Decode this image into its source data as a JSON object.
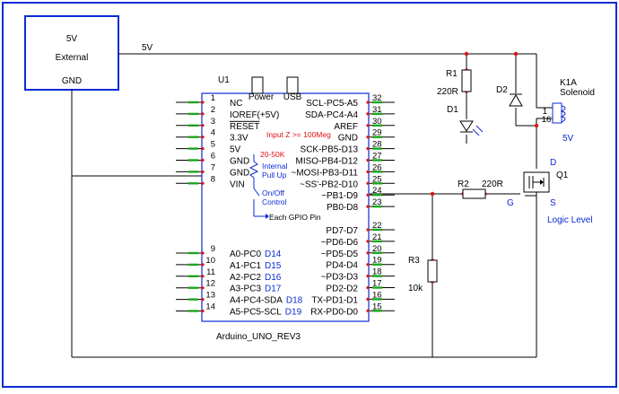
{
  "supply": {
    "voltage": "5V",
    "label": "External",
    "ground": "GND",
    "rail_label": "5V"
  },
  "arduino": {
    "ref": "U1",
    "part": "Arduino_UNO_REV3",
    "power_jack": "Power",
    "usb_jack": "USB",
    "left_pins": [
      {
        "num": "1",
        "name": "NC"
      },
      {
        "num": "2",
        "name": "IOREF(+5V)"
      },
      {
        "num": "3",
        "name": "RESET"
      },
      {
        "num": "4",
        "name": "3.3V"
      },
      {
        "num": "5",
        "name": "5V"
      },
      {
        "num": "6",
        "name": "GND"
      },
      {
        "num": "7",
        "name": "GND"
      },
      {
        "num": "8",
        "name": "VIN"
      }
    ],
    "analog_pins": [
      {
        "num": "9",
        "name": "A0-PC0",
        "d": "D14"
      },
      {
        "num": "10",
        "name": "A1-PC1",
        "d": "D15"
      },
      {
        "num": "11",
        "name": "A2-PC2",
        "d": "D16"
      },
      {
        "num": "12",
        "name": "A3-PC3",
        "d": "D17"
      },
      {
        "num": "13",
        "name": "A4-PC4-SDA",
        "d": "D18"
      },
      {
        "num": "14",
        "name": "A5-PC5-SCL",
        "d": "D19"
      }
    ],
    "right_top_pins": [
      {
        "num": "32",
        "name": "SCL-PC5-A5"
      },
      {
        "num": "31",
        "name": "SDA-PC4-A4"
      },
      {
        "num": "30",
        "name": "AREF"
      },
      {
        "num": "29",
        "name": "GND"
      },
      {
        "num": "28",
        "name": "SCK-PB5-D13"
      },
      {
        "num": "27",
        "name": "MISO-PB4-D12"
      },
      {
        "num": "26",
        "name": "~MOSI-PB3-D11"
      },
      {
        "num": "25",
        "name": "~SS'-PB2-D10"
      },
      {
        "num": "24",
        "name": "~PB1-D9"
      },
      {
        "num": "23",
        "name": "PB0-D8"
      }
    ],
    "right_bottom_pins": [
      {
        "num": "22",
        "name": "PD7-D7"
      },
      {
        "num": "21",
        "name": "~PD6-D6"
      },
      {
        "num": "20",
        "name": "~PD5-D5"
      },
      {
        "num": "19",
        "name": "PD4-D4"
      },
      {
        "num": "18",
        "name": "~PD3-D3"
      },
      {
        "num": "17",
        "name": "PD2-D2"
      },
      {
        "num": "16",
        "name": "TX-PD1-D1"
      },
      {
        "num": "15",
        "name": "RX-PD0-D0"
      }
    ],
    "input_z_note": "Input Z >= 100Meg",
    "pullup_value": "20-50K",
    "pullup_label_1": "Internal",
    "pullup_label_2": "Pull Up",
    "onoff_label_1": "On/Off",
    "onoff_label_2": "Control",
    "gpio_note": "Each GPIO Pin"
  },
  "components": {
    "r1_ref": "R1",
    "r1_value": "220R",
    "d1_ref": "D1",
    "d2_ref": "D2",
    "r2_ref": "R2",
    "r2_value": "220R",
    "r3_ref": "R3",
    "r3_value": "10k",
    "q1_ref": "Q1",
    "q1_d": "D",
    "q1_g": "G",
    "q1_s": "S",
    "q1_note": "Logic Level",
    "k1_ref": "K1A",
    "k1_label": "Solenoid",
    "k1_pin_a": "1",
    "k1_pin_b": "16",
    "k1_voltage": "5V"
  },
  "colors": {
    "border": "#0a2bd6",
    "accent_blue": "#0a2bd6",
    "accent_red": "#e01010",
    "pin_green": "#1aa51a"
  }
}
